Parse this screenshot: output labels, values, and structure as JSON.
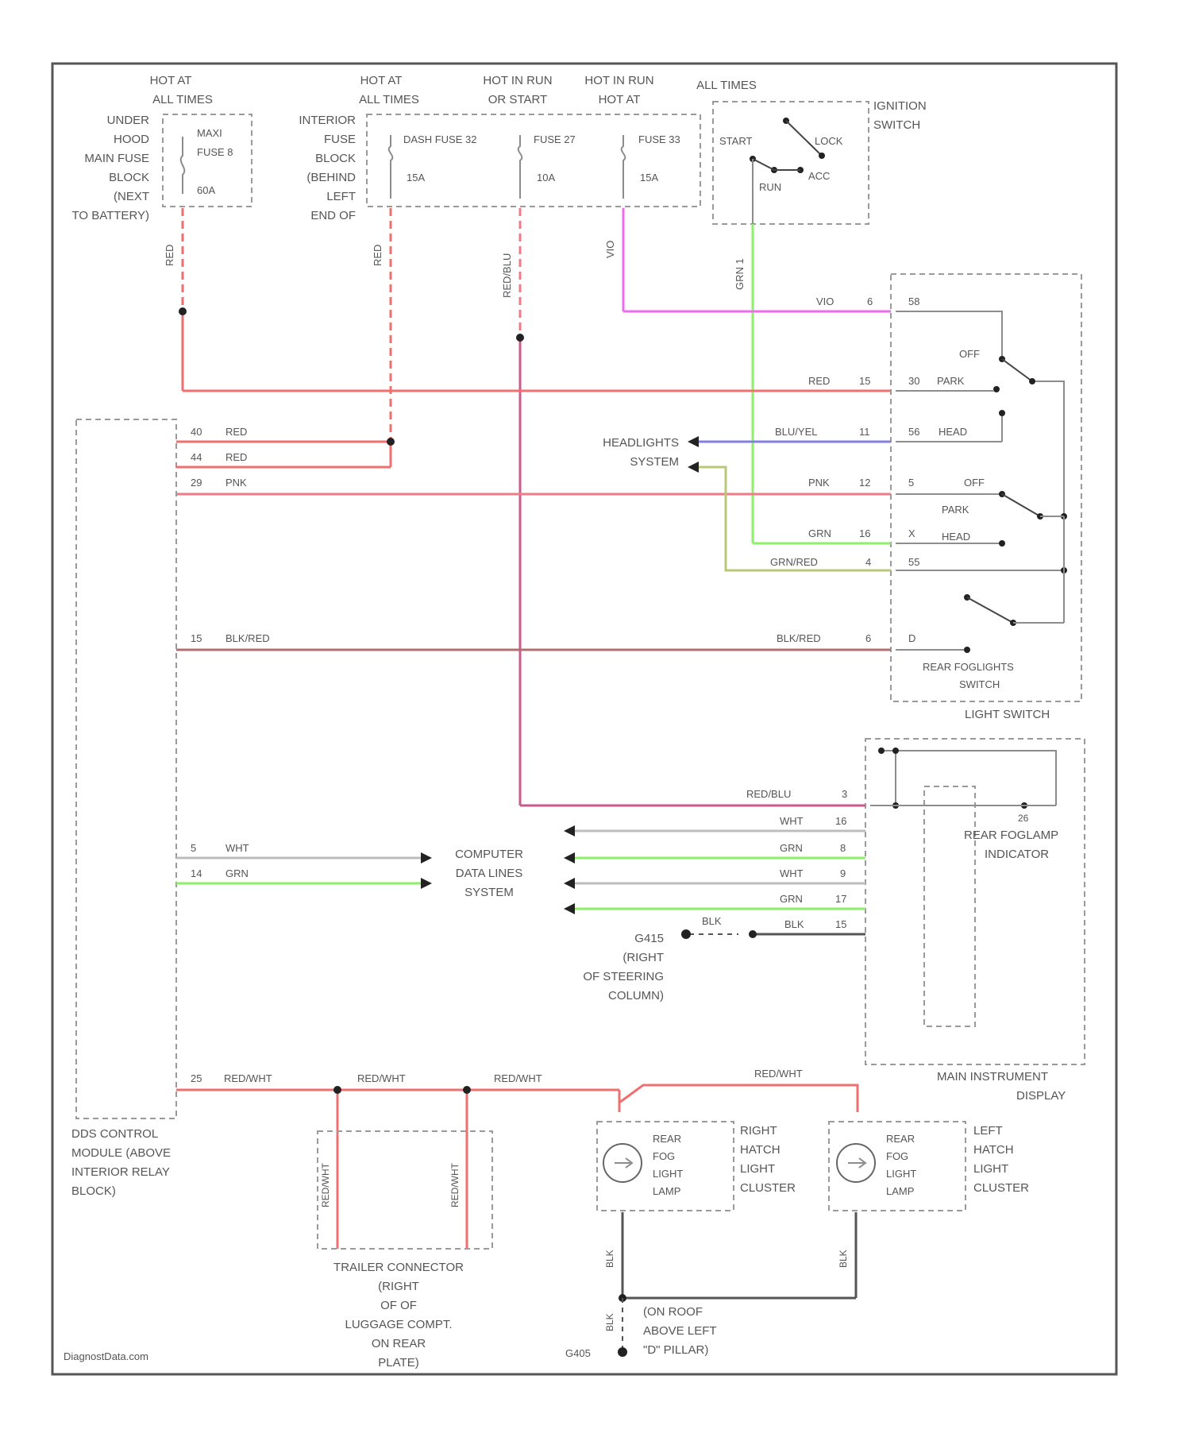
{
  "colors": {
    "red": "#f26f6f",
    "pink": "#f07a86",
    "violet": "#f06af0",
    "green": "#8cf06a",
    "blue_yellow": "#8080e0",
    "green_red": "#b8c878",
    "black_red": "#b07070",
    "red_blue": "#c85a8c",
    "white": "#bdbdbd",
    "black": "#555555",
    "red_white": "#f07070"
  },
  "top_labels": {
    "hot_at_all_times_1": [
      "HOT AT",
      "ALL TIMES"
    ],
    "hot_at_all_times_2": [
      "HOT AT",
      "ALL TIMES"
    ],
    "hot_in_run": [
      "HOT IN RUN",
      "OR START"
    ],
    "hot_in_run_2": [
      "HOT IN RUN",
      "HOT AT"
    ],
    "all_times": "ALL TIMES"
  },
  "underhood_block": [
    "UNDER",
    "HOOD",
    "MAIN FUSE",
    "BLOCK",
    "(NEXT",
    "TO BATTERY)"
  ],
  "underhood_fuse": [
    "MAXI",
    "FUSE 8",
    "",
    "60A"
  ],
  "interior_block": [
    "INTERIOR",
    "FUSE",
    "BLOCK",
    "(BEHIND",
    "LEFT",
    "END OF"
  ],
  "interior_fuses": [
    {
      "name": "DASH FUSE 32",
      "rating": "15A"
    },
    {
      "name": "FUSE 27",
      "rating": "10A"
    },
    {
      "name": "FUSE 33",
      "rating": "15A"
    }
  ],
  "ignition": {
    "title": [
      "IGNITION",
      "SWITCH"
    ],
    "positions": [
      "START",
      "LOCK",
      "RUN",
      "ACC"
    ],
    "wire": "GRN 1"
  },
  "vertical_wires": [
    "RED",
    "RED",
    "RED/BLU",
    "VIO"
  ],
  "light_switch": {
    "title": "LIGHT SWITCH",
    "pins": [
      {
        "wire": "VIO",
        "pin": "6",
        "term": "58"
      },
      {
        "wire": "RED",
        "pin": "15",
        "term": "30"
      },
      {
        "wire": "BLU/YEL",
        "pin": "11",
        "term": "56"
      },
      {
        "wire": "PNK",
        "pin": "12",
        "term": "5"
      },
      {
        "wire": "GRN",
        "pin": "16",
        "term": "X"
      },
      {
        "wire": "GRN/RED",
        "pin": "4",
        "term": "55"
      },
      {
        "wire": "BLK/RED",
        "pin": "6",
        "term": "D"
      }
    ],
    "switch_labels": [
      "OFF",
      "PARK",
      "HEAD",
      "OFF",
      "PARK",
      "HEAD"
    ],
    "rear_fog_switch": [
      "REAR FOGLIGHTS",
      "SWITCH"
    ]
  },
  "headlights_system": [
    "HEADLIGHTS",
    "SYSTEM"
  ],
  "ddm": {
    "pins": [
      {
        "pin": "40",
        "wire": "RED"
      },
      {
        "pin": "44",
        "wire": "RED"
      },
      {
        "pin": "29",
        "wire": "PNK"
      },
      {
        "pin": "15",
        "wire": "BLK/RED"
      },
      {
        "pin": "5",
        "wire": "WHT"
      },
      {
        "pin": "14",
        "wire": "GRN"
      },
      {
        "pin": "25",
        "wire": "RED/WHT"
      }
    ],
    "title": [
      "DDS CONTROL",
      "MODULE (ABOVE",
      "INTERIOR RELAY",
      "BLOCK)"
    ]
  },
  "computer_data": [
    "COMPUTER",
    "DATA LINES",
    "SYSTEM"
  ],
  "instrument": {
    "title": [
      "MAIN INSTRUMENT",
      "DISPLAY"
    ],
    "indicator": [
      "REAR FOGLAMP",
      "INDICATOR"
    ],
    "pins": [
      {
        "wire": "RED/BLU",
        "pin": "3"
      },
      {
        "wire": "WHT",
        "pin": "16"
      },
      {
        "wire": "GRN",
        "pin": "8"
      },
      {
        "wire": "WHT",
        "pin": "9"
      },
      {
        "wire": "GRN",
        "pin": "17"
      },
      {
        "wire": "BLK",
        "pin": "15"
      }
    ],
    "ground_wire": "BLK",
    "ground_label": [
      "G415",
      "(RIGHT",
      "OF STEERING",
      "COLUMN)"
    ]
  },
  "rear": {
    "wire": "RED/WHT",
    "trailer": [
      "TRAILER CONNECTOR",
      "(RIGHT",
      "OF OF",
      "LUGGAGE COMPT.",
      "ON REAR",
      "PLATE)"
    ],
    "right_lamp": [
      "REAR",
      "FOG",
      "LIGHT",
      "LAMP"
    ],
    "right_cluster": [
      "RIGHT",
      "HATCH",
      "LIGHT",
      "CLUSTER"
    ],
    "left_lamp": [
      "REAR",
      "FOG",
      "LIGHT",
      "LAMP"
    ],
    "left_cluster": [
      "LEFT",
      "HATCH",
      "LIGHT",
      "CLUSTER"
    ],
    "ground_wire": "BLK",
    "ground": [
      "(ON ROOF",
      "ABOVE LEFT",
      "\"D\" PILLAR)"
    ],
    "ground_id": "G405"
  },
  "watermark": "DiagnostData.com"
}
